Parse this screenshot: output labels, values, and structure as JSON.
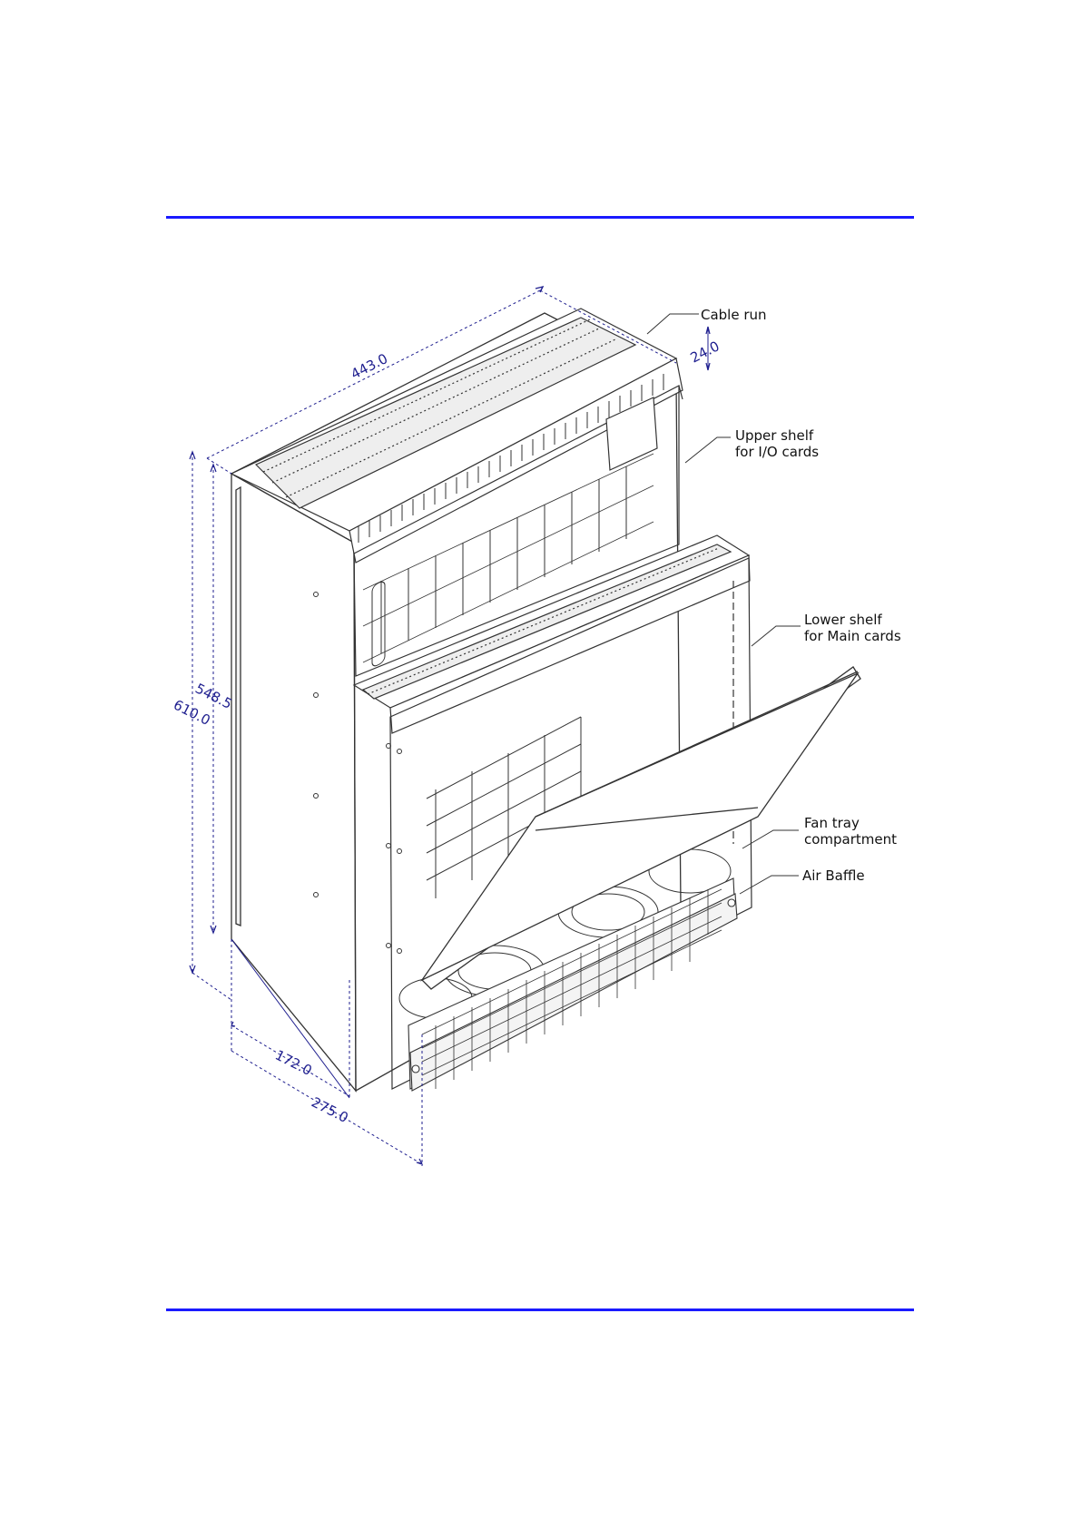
{
  "colors": {
    "rule": "#1a1aff",
    "dimension": "#1f1f8f",
    "line": "#333333",
    "callout_text": "#111111"
  },
  "callouts": {
    "cable_run": "Cable run",
    "upper_shelf_1": "Upper shelf",
    "upper_shelf_2": "for I/O cards",
    "lower_shelf_1": "Lower shelf",
    "lower_shelf_2": "for Main cards",
    "fan_tray_1": "Fan tray",
    "fan_tray_2": "compartment",
    "air_baffle": "Air Baffle"
  },
  "dimensions": {
    "width": "443.0",
    "cable_run_height": "24.0",
    "height_inner": "548.5",
    "height_total": "610.0",
    "depth_inner": "172.0",
    "depth_total": "275.0"
  }
}
